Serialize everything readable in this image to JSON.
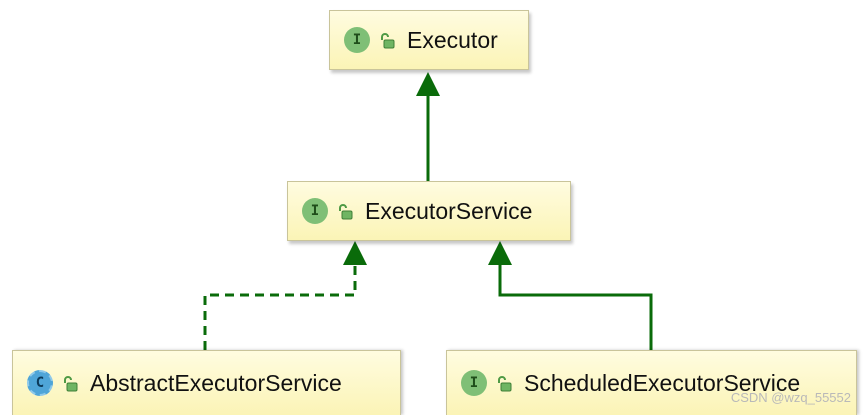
{
  "diagram": {
    "nodes": {
      "executor": {
        "kind": "I",
        "label": "Executor"
      },
      "executor_service": {
        "kind": "I",
        "label": "ExecutorService"
      },
      "abstract_executor_service": {
        "kind": "C",
        "label": "AbstractExecutorService"
      },
      "scheduled_executor_service": {
        "kind": "I",
        "label": "ScheduledExecutorService"
      }
    },
    "edges": [
      {
        "from": "executor_service",
        "to": "executor",
        "style": "solid"
      },
      {
        "from": "abstract_executor_service",
        "to": "executor_service",
        "style": "dashed"
      },
      {
        "from": "scheduled_executor_service",
        "to": "executor_service",
        "style": "solid"
      }
    ],
    "colors": {
      "arrow": "#0a6b0a",
      "node_fill": "#fbf6c4",
      "interface_icon": "#7fbf76",
      "class_icon": "#4fa5d8"
    },
    "icons": [
      "interface-icon",
      "abstract-class-icon",
      "unlocked-lock-icon"
    ]
  },
  "watermark": "CSDN @wzq_55552"
}
